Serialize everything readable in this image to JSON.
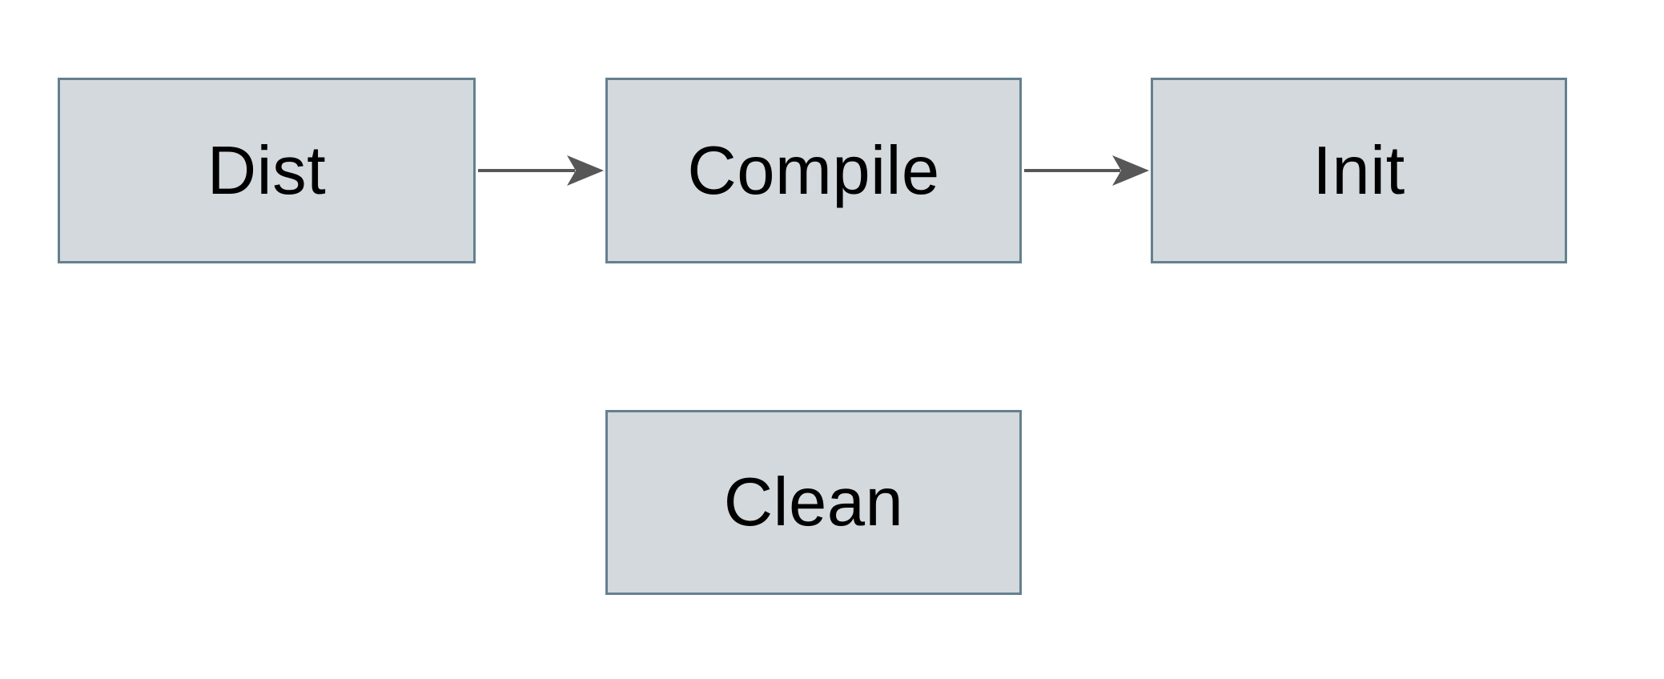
{
  "diagram": {
    "type": "flowchart",
    "colors": {
      "background": "#ffffff",
      "node_fill": "#d3d9dc",
      "node_border": "#64808e",
      "arrow_color": "#575757",
      "text_color": "#000000"
    },
    "nodes": [
      {
        "id": "dist",
        "label": "Dist"
      },
      {
        "id": "compile",
        "label": "Compile"
      },
      {
        "id": "init",
        "label": "Init"
      },
      {
        "id": "clean",
        "label": "Clean"
      }
    ],
    "edges": [
      {
        "from": "Dist",
        "to": "Compile",
        "direction": "right"
      },
      {
        "from": "Compile",
        "to": "Init",
        "direction": "right"
      }
    ]
  }
}
